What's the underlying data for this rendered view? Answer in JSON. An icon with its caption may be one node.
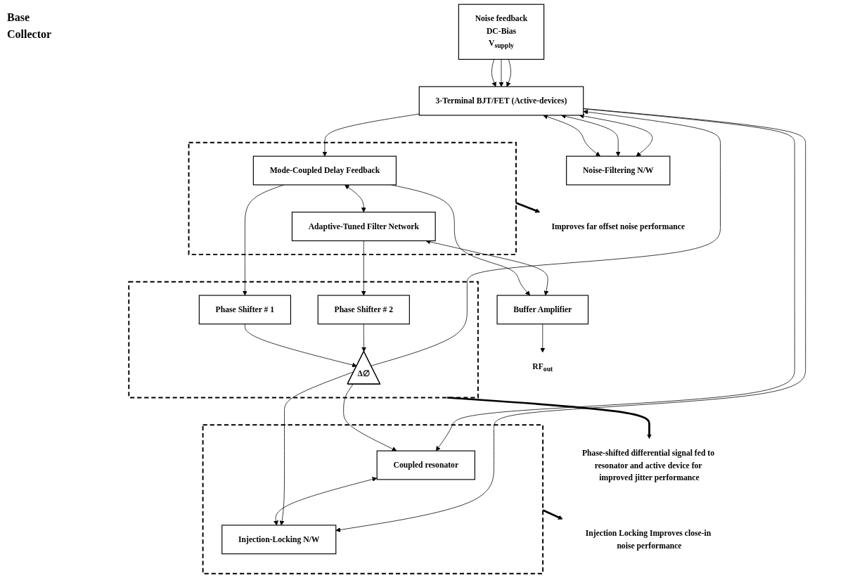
{
  "diagram": {
    "nodes": [
      {
        "text": [
          "Noise feedback",
          "DC-Bias",
          "V$_{supply}$"
        ]
      },
      {
        "text": [
          "3-Terminal BJT/FET (Active-devices)"
        ]
      },
      {
        "text": [
          "Noise-Filtering N/W"
        ]
      },
      {
        "text": [],
        "shape": "box"
      },
      {
        "text": [
          "Coupled resonator"
        ],
        "in": 3
      },
      {
        "text": [
          "Injection-Locking N/W"
        ],
        "in": 3
      },
      {
        "text": [],
        "shape": "box"
      },
      {
        "text": [
          "Mode-Coupled Delay Feedback"
        ],
        "in": 6
      },
      {
        "text": [
          "Adaptive-Tuned Filter Network"
        ],
        "in": 6
      },
      {
        "text": [
          "Buffer Amplifier"
        ]
      },
      {
        "text": [
          "RF$_{out}$"
        ]
      },
      {
        "text": [
          "Improves far offset noise performance"
        ]
      },
      {
        "text": [
          "Injection Locking Improves close-in noise performance"
        ]
      },
      {
        "text": [],
        "shape": "box"
      },
      {
        "text": [
          "Δ∅"
        ],
        "in": 13
      },
      {
        "text": [
          "Phase Shifter # 1"
        ],
        "in": 13
      },
      {
        "text": [
          "Phase Shifter # 2"
        ],
        "in": 13
      },
      {
        "text": [
          "Phase-shifted differential signal fed to resonator and active device for improved jitter performance"
        ]
      }
    ],
    "edges": [
      {
        "from": 0,
        "to": 1,
        "arrow": "to"
      },
      {
        "from": 0,
        "to": 1,
        "arrow": "to"
      },
      {
        "from": 0,
        "to": 1,
        "arrow": "to"
      },
      {
        "from": 1,
        "to": 7,
        "arrow": "to"
      },
      {
        "from": 1,
        "to": 2,
        "arrow": "both"
      },
      {
        "from": 1,
        "to": 2,
        "arrow": "both"
      },
      {
        "from": 1,
        "to": 2,
        "arrow": "both"
      },
      {
        "from": 4,
        "to": 5,
        "arrow": "both"
      },
      {
        "from": 14,
        "to": 1,
        "arrow": "to"
      },
      {
        "from": 14,
        "to": 5,
        "arrow": "to"
      },
      {
        "from": 14,
        "to": 4,
        "arrow": "to"
      },
      {
        "from": 1,
        "to": 5,
        "arrow": "to"
      },
      {
        "from": 1,
        "to": 4,
        "arrow": "to"
      },
      {
        "from": 7,
        "to": 8,
        "arrow": "both"
      },
      {
        "from": 7,
        "to": 9,
        "arrow": "to"
      },
      {
        "from": 8,
        "to": 9,
        "arrow": "both"
      },
      {
        "from": 9,
        "to": 10,
        "arrow": "to"
      },
      {
        "from": 7,
        "to": 15,
        "arrow": "to"
      },
      {
        "from": 8,
        "to": 16,
        "arrow": "to"
      },
      {
        "from": 15,
        "to": 14,
        "arrow": "to"
      },
      {
        "from": 16,
        "to": 14,
        "arrow": "to"
      },
      {
        "from": 6,
        "to": 11,
        "arrow": "to",
        "style": "thick"
      },
      {
        "from": 3,
        "to": 12,
        "arrow": "to",
        "style": "thick"
      },
      {
        "from": 13,
        "to": 17,
        "arrow": "to",
        "style": "thick"
      }
    ],
    "labels": [
      "Base",
      "Collector"
    ]
  }
}
